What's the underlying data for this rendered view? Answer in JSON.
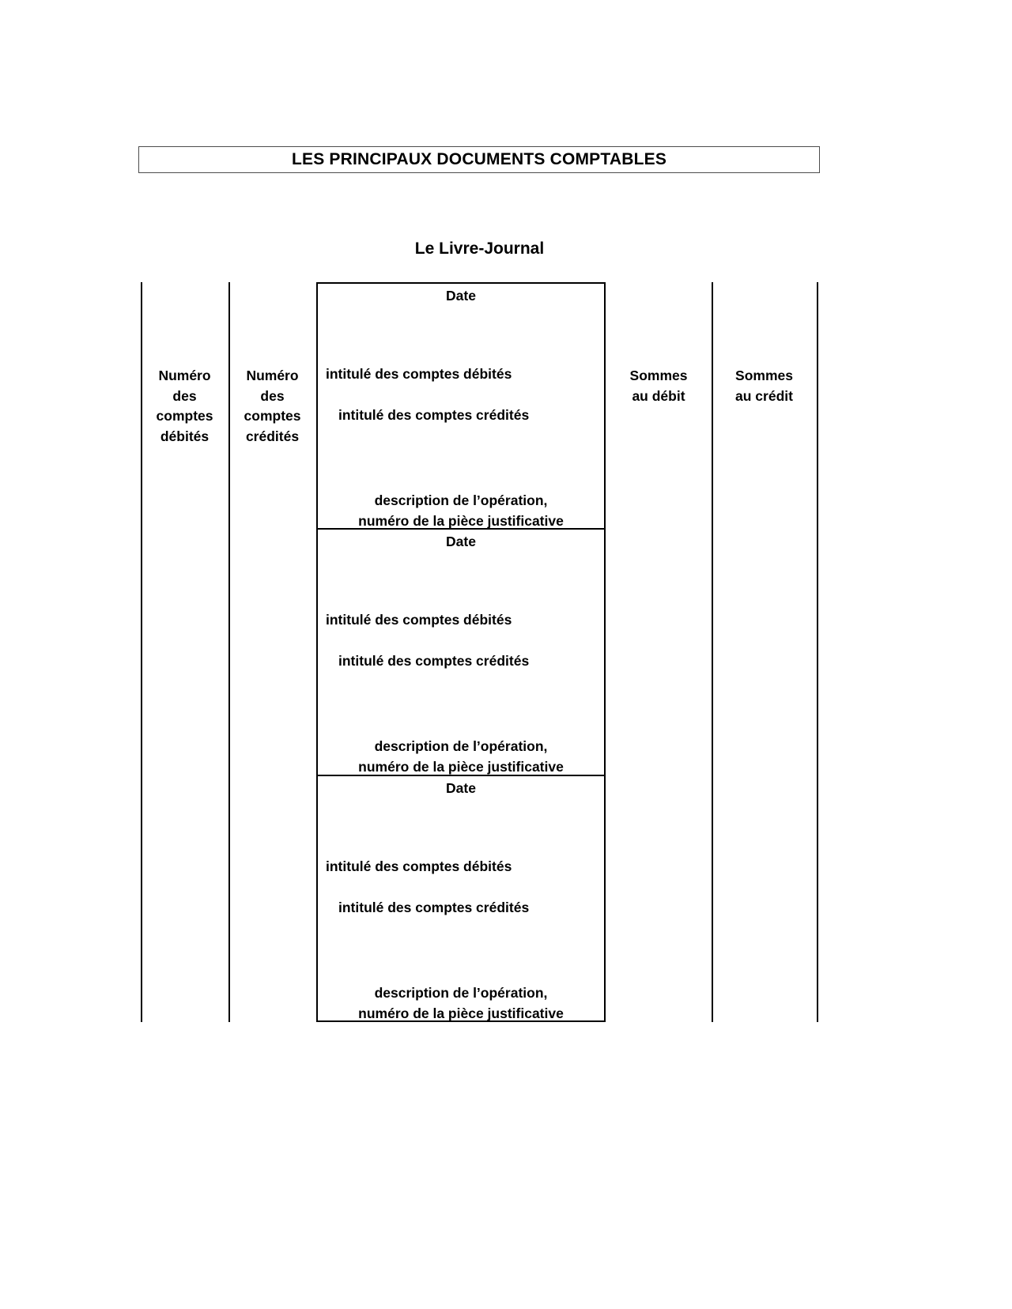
{
  "document": {
    "title": "LES PRINCIPAUX DOCUMENTS COMPTABLES",
    "subtitle": "Le Livre-Journal"
  },
  "table": {
    "columns": [
      {
        "id": "numero-comptes-debites",
        "lines": [
          "Numéro",
          "des",
          "comptes",
          "débités"
        ]
      },
      {
        "id": "numero-comptes-credites",
        "lines": [
          "Numéro",
          "des",
          "comptes",
          "crédités"
        ]
      },
      {
        "id": "ecritures",
        "lines": []
      },
      {
        "id": "sommes-au-debit",
        "lines": [
          "Sommes",
          "au débit"
        ]
      },
      {
        "id": "sommes-au-credit",
        "lines": [
          "Sommes",
          "au crédit"
        ]
      }
    ],
    "entries": [
      {
        "date": "Date",
        "debit_label": "intitulé des comptes débités",
        "credit_label": "intitulé des comptes crédités",
        "description_line1": "description de l’opération,",
        "description_line2": "numéro de la pièce justificative"
      },
      {
        "date": "Date",
        "debit_label": "intitulé des comptes débités",
        "credit_label": "intitulé des comptes crédités",
        "description_line1": "description de l’opération,",
        "description_line2": "numéro de la pièce justificative"
      },
      {
        "date": "Date",
        "debit_label": "intitulé des comptes débités",
        "credit_label": "intitulé des comptes crédités",
        "description_line1": "description de l’opération,",
        "description_line2": "numéro de la pièce justificative"
      }
    ]
  },
  "colors": {
    "text": "#000000",
    "rule": "#000000",
    "title_border": "#4d4d4d",
    "background": "#ffffff"
  }
}
